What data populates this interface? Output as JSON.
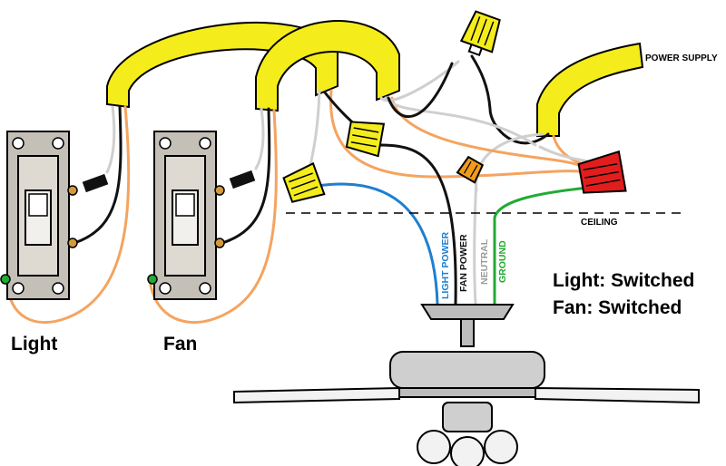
{
  "labels": {
    "power_supply": "POWER SUPPLY",
    "ceiling": "CEILING",
    "light_switch": "Light",
    "fan_switch": "Fan",
    "status_light": "Light: Switched",
    "status_fan": "Fan: Switched"
  },
  "wire_labels": {
    "light_power": "LIGHT POWER",
    "fan_power": "FAN POWER",
    "neutral": "NEUTRAL",
    "ground": "GROUND"
  },
  "colors": {
    "cable_yellow": "#f5ec1c",
    "wire_white": "#d9d9d9",
    "wire_black": "#111111",
    "wire_ground": "#f4a460",
    "wire_blue": "#1e7fd0",
    "wire_green": "#22aa33",
    "nut_red": "#e21d1d",
    "nut_orange": "#f29a1a",
    "switch_gray": "#c4c0b8",
    "fan_gray": "#bcbcbc"
  }
}
